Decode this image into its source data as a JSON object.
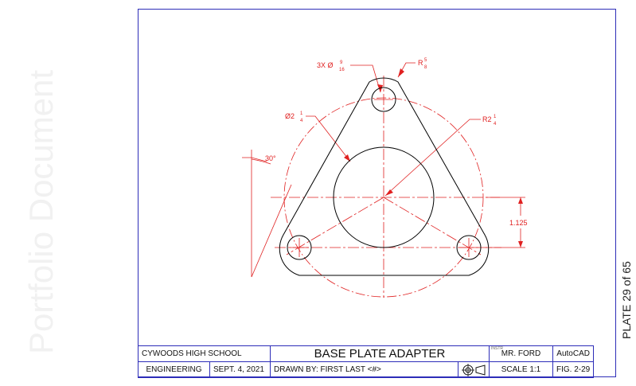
{
  "watermark": "Portfolio Document",
  "plate_label": "PLATE 29 of 65",
  "dimensions": {
    "holes": "3X Ø",
    "holes_frac_num": "9",
    "holes_frac_den": "16",
    "corner_radius": "R",
    "corner_frac_num": "5",
    "corner_frac_den": "8",
    "circle_dia": "Ø2",
    "circle_frac_num": "1",
    "circle_frac_den": "4",
    "bolt_radius": "R2",
    "bolt_frac_num": "1",
    "bolt_frac_den": "4",
    "angle": "30°",
    "offset": "1.125"
  },
  "title_block": {
    "school": "CYWOODS HIGH SCHOOL",
    "title": "BASE PLATE ADAPTER",
    "instructor_caption": "INSTR",
    "instructor": "MR. FORD",
    "software": "AutoCAD",
    "department": "ENGINEERING",
    "date": "SEPT. 4, 2021",
    "drawn_by": "DRAWN BY:  FIRST LAST <#>",
    "scale": "SCALE 1:1",
    "figure": "FIG. 2-29"
  },
  "colors": {
    "object_line": "#000000",
    "dimension_line": "#e02020",
    "border": "#2d2db8"
  }
}
